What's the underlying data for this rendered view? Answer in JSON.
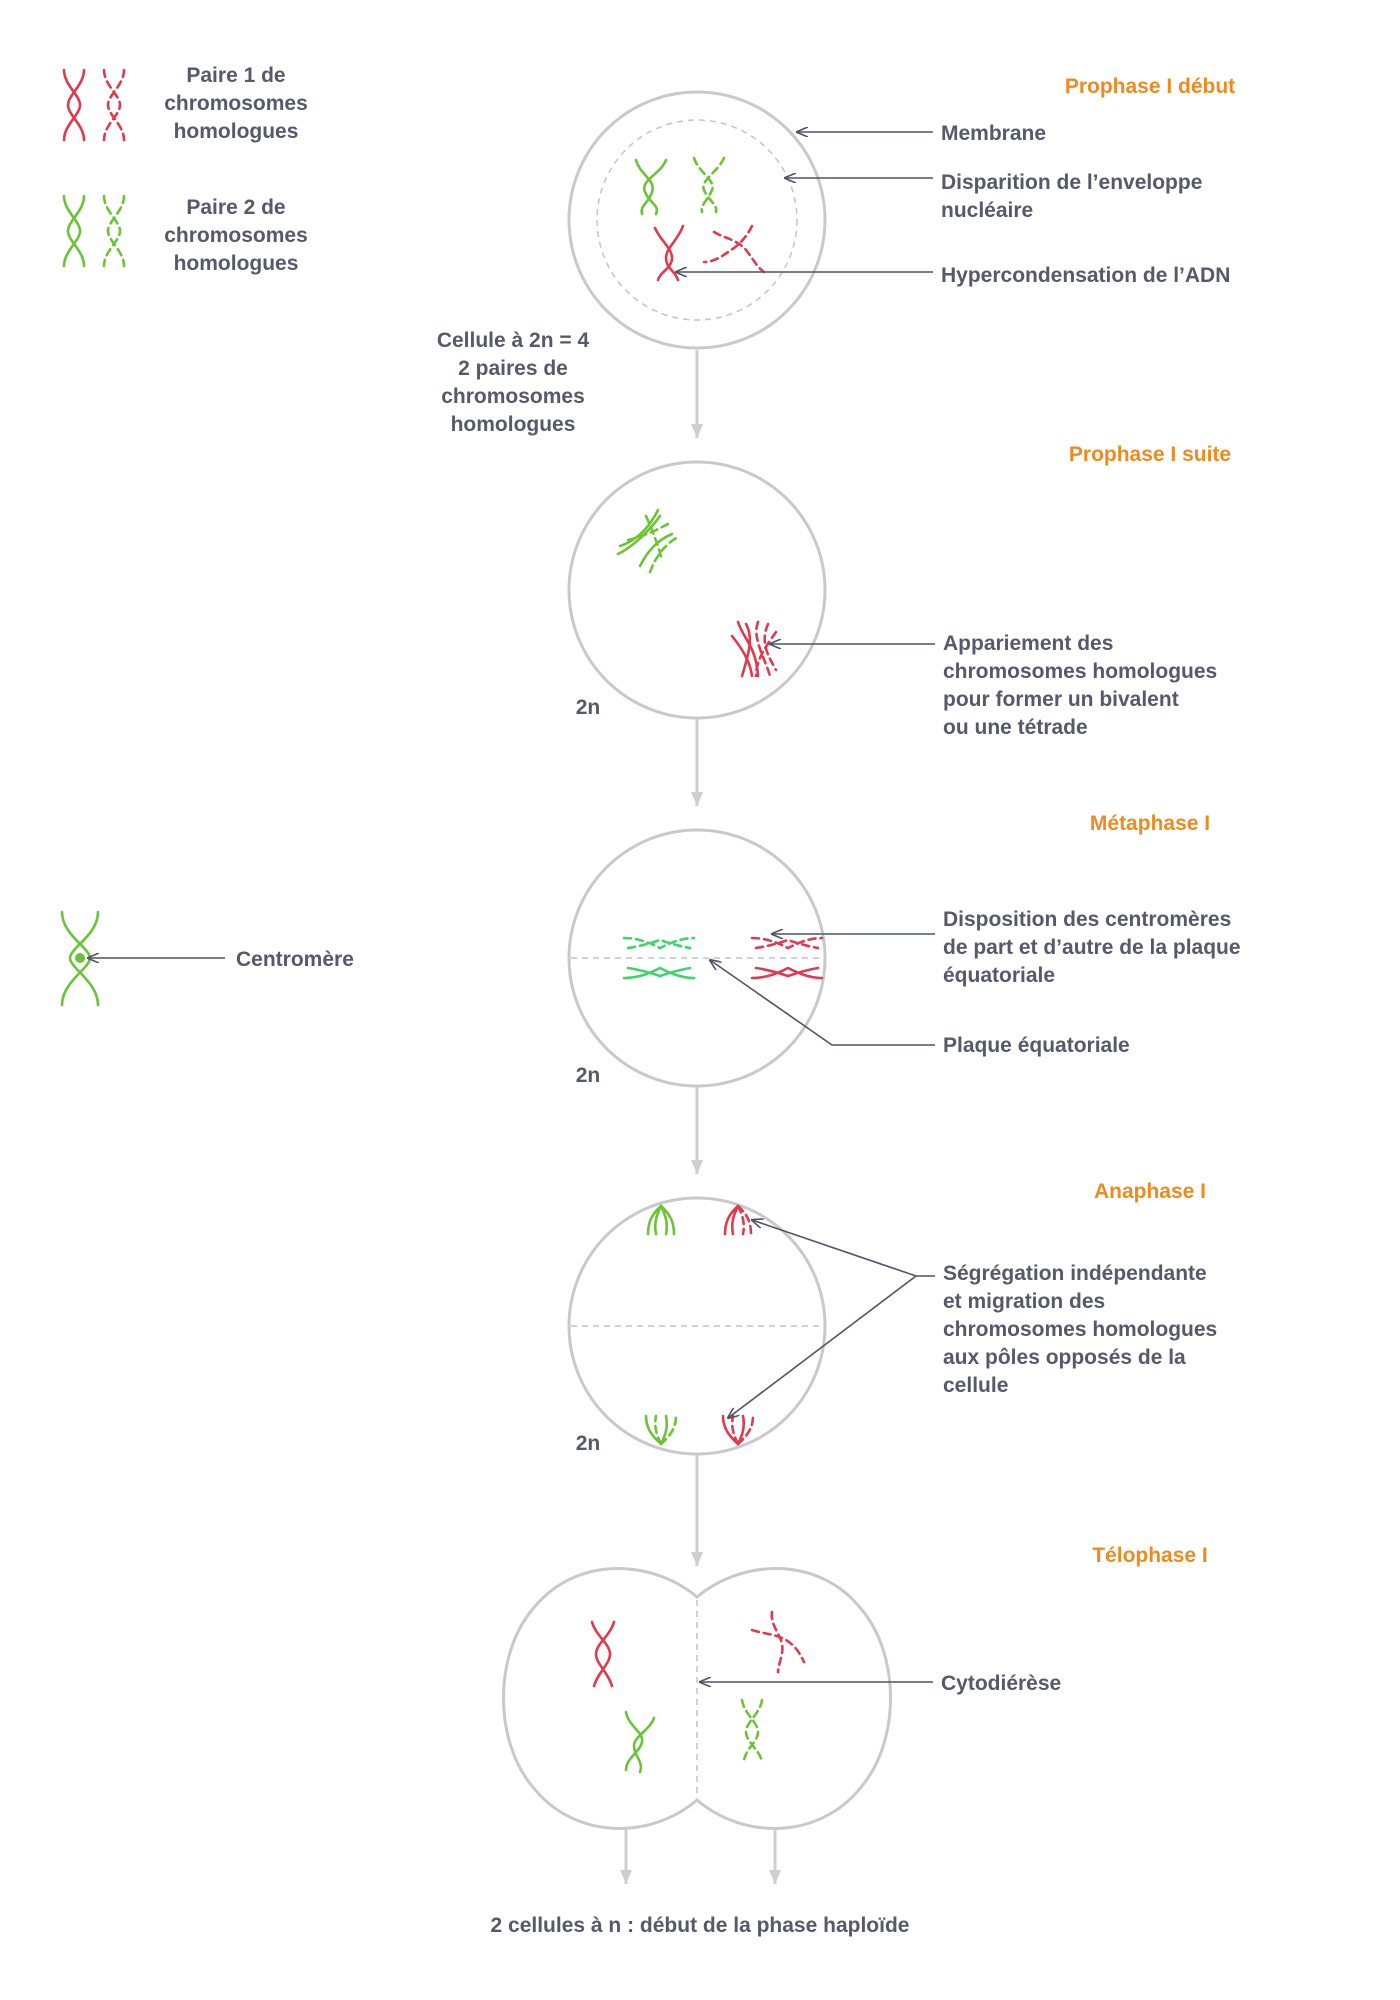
{
  "legend": {
    "pair1": [
      "Paire 1 de",
      "chromosomes",
      "homologues"
    ],
    "pair2": [
      "Paire 2 de",
      "chromosomes",
      "homologues"
    ],
    "centromere": "Centromère"
  },
  "stages": {
    "prophase_debut": "Prophase I début",
    "prophase_suite": "Prophase I suite",
    "metaphase": "Métaphase I",
    "anaphase": "Anaphase I",
    "telophase": "Télophase I"
  },
  "labels": {
    "membrane": "Membrane",
    "disparition": [
      "Disparition de l’enveloppe",
      "nucléaire"
    ],
    "hypercondensation": "Hypercondensation de l’ADN",
    "cellule": [
      "Cellule à 2n = 4",
      "2 paires de",
      "chromosomes",
      "homologues"
    ],
    "appariement": [
      "Appariement des",
      "chromosomes homologues",
      "pour former un bivalent",
      "ou une tétrade"
    ],
    "disposition": [
      "Disposition des centromères",
      "de part et d’autre de la plaque",
      "équatoriale"
    ],
    "plaque": "Plaque équatoriale",
    "segregation": [
      "Ségrégation indépendante",
      "et migration des",
      "chromosomes homologues",
      "aux pôles opposés de la",
      "cellule"
    ],
    "cytodierese": "Cytodiérèse",
    "ploidy": "2n",
    "result": "2 cellules à n : début de la phase haploïde"
  },
  "colors": {
    "pair1": "#e03a4f",
    "pair2": "#6cc337",
    "stage_title": "#f08a1e",
    "text": "#555a69",
    "cell_outline": "#c9c9c9"
  }
}
